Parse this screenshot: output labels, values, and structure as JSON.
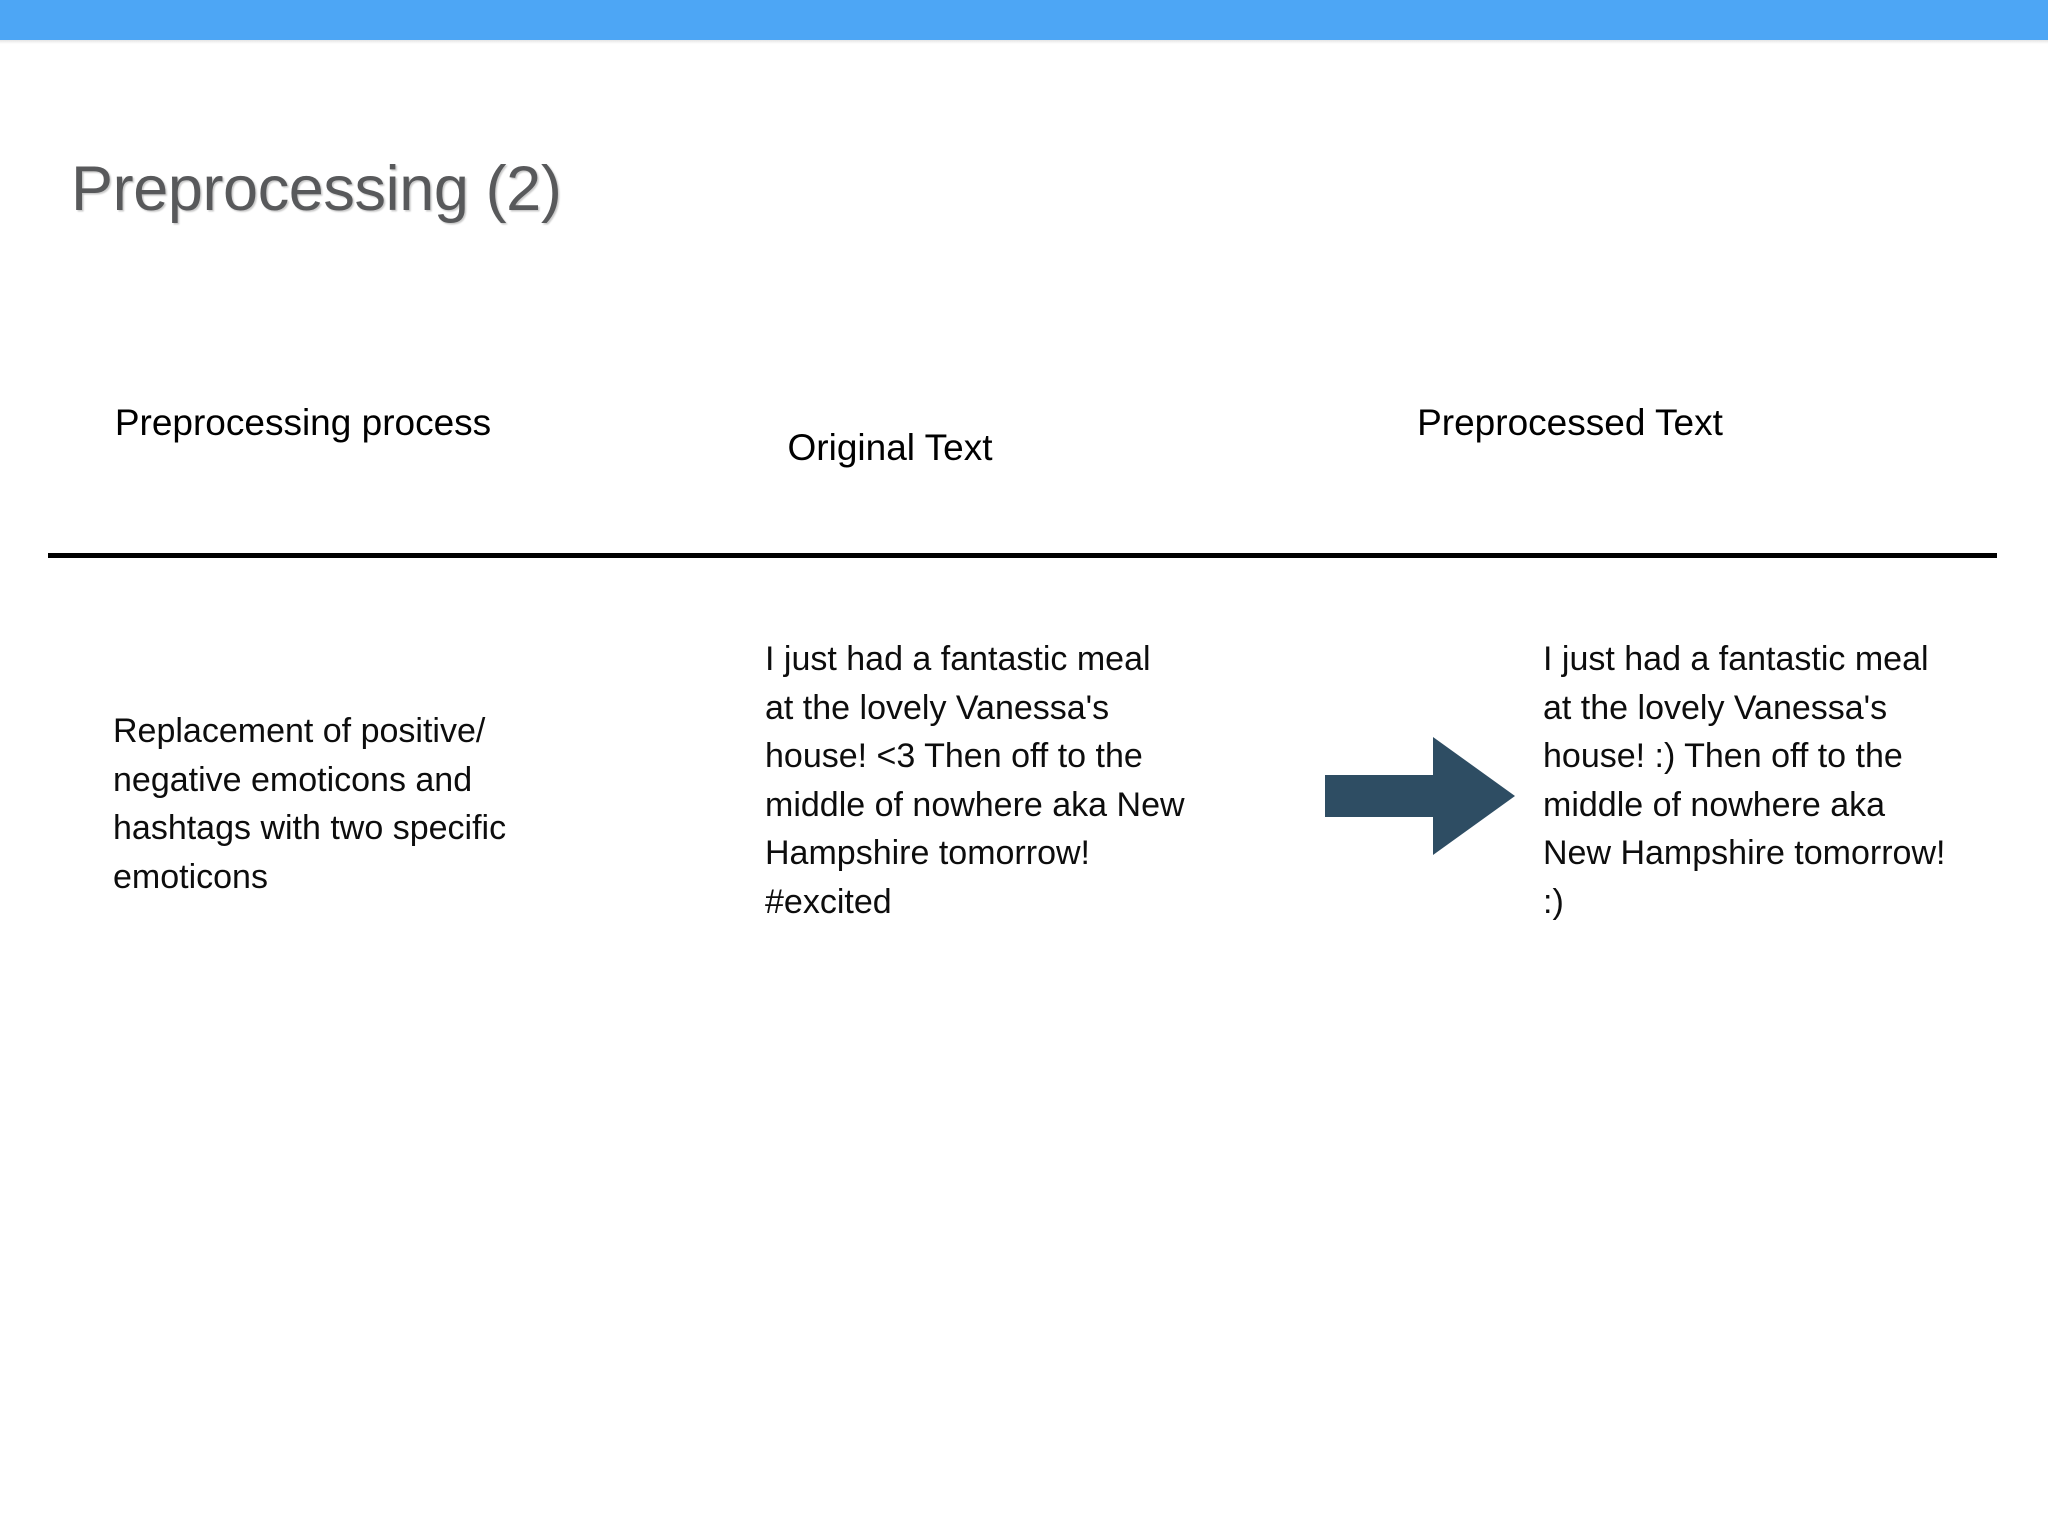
{
  "slide": {
    "title": "Preprocessing (2)",
    "accent_bar_color": "#4da6f5",
    "title_color": "#58595b",
    "background_color": "#ffffff"
  },
  "table": {
    "headers": [
      "Preprocessing process",
      "Original Text",
      "Preprocessed Text"
    ],
    "rows": [
      {
        "process": "Replacement of positive/ negative emoticons and hashtags with two specific emoticons",
        "original_text": "I just had a fantastic meal at the lovely Vanessa's house! <3 Then off to the middle of nowhere aka New Hampshire tomorrow! #excited",
        "preprocessed_text": "I just had a fantastic meal at the lovely Vanessa's house! :) Then off to the middle of nowhere aka New Hampshire tomorrow! :)"
      }
    ],
    "rule_color": "#000000",
    "arrow_color": "#2e4d63",
    "arrow_icon": "right-block-arrow-icon"
  }
}
